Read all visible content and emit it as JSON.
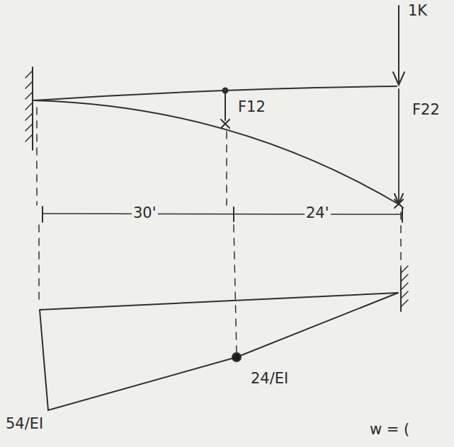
{
  "diagram": {
    "labels": [
      "1K",
      "F12",
      "F22",
      "30'",
      "24'",
      "24/EI",
      "54/EI",
      "w = ("
    ]
  }
}
